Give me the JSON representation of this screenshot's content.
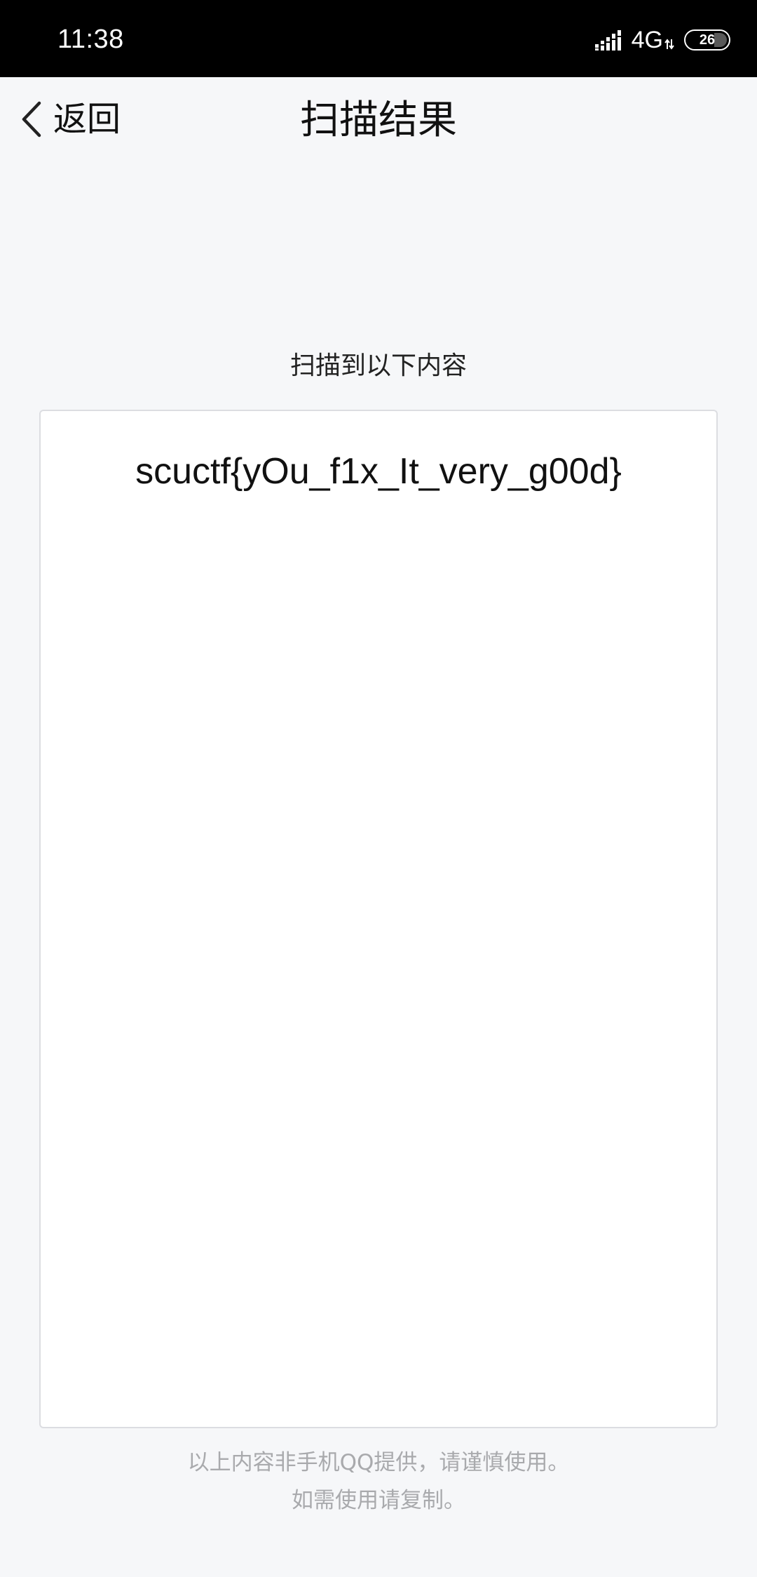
{
  "status_bar": {
    "time": "11:38",
    "network": "4G",
    "battery": "26",
    "icons": [
      "signal-icon",
      "network-arrows-icon",
      "battery-icon"
    ]
  },
  "nav": {
    "back_label": "返回",
    "title": "扫描结果",
    "back_icon": "chevron-left-icon"
  },
  "content": {
    "heading": "扫描到以下内容",
    "result_text": "scuctf{yOu_f1x_It_very_g00d}"
  },
  "footer": {
    "line1": "以上内容非手机QQ提供，请谨慎使用。",
    "line2": "如需使用请复制。"
  },
  "colors": {
    "status_bar_bg": "#000000",
    "page_bg": "#f6f7f9",
    "box_border": "#dcdde1",
    "disclaimer_text": "#a9aaad"
  }
}
